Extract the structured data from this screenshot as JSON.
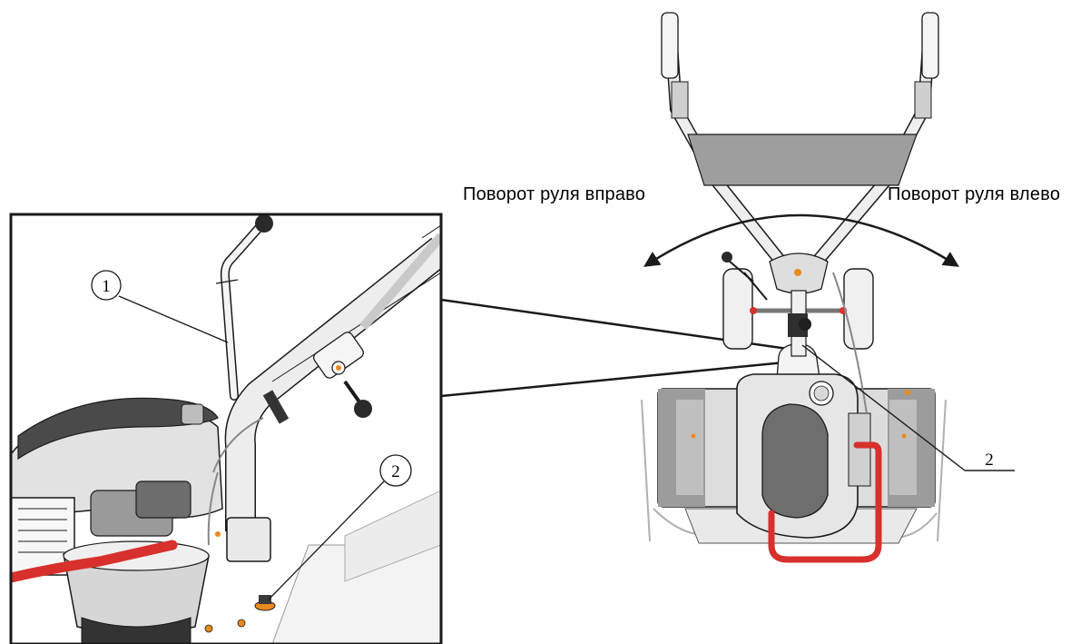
{
  "labels": {
    "turn_right": "Поворот руля вправо",
    "turn_left": "Поворот руля влево"
  },
  "callouts": {
    "inset_1": "1",
    "inset_2": "2",
    "main_2": "2"
  },
  "colors": {
    "frame_red": "#d8302c",
    "accent_orange": "#e88a1c",
    "body_gray": "#d9d9d9",
    "dark_gray": "#7a7a7a",
    "outline": "#1a1a1a"
  }
}
